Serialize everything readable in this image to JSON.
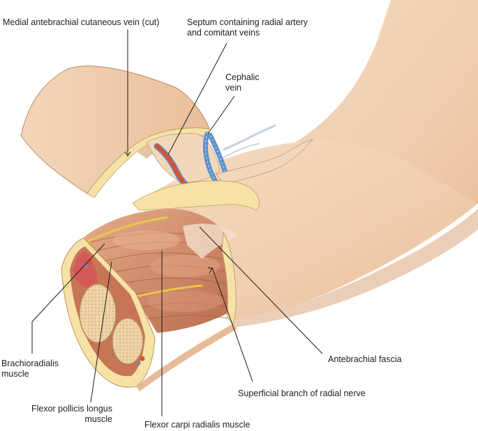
{
  "labels": {
    "medial_antebrachial": "Medial antebrachial cutaneous vein (cut)",
    "septum_line1": "Septum containing radial artery",
    "septum_line2": "and comitant veins",
    "cephalic_line1": "Cephalic",
    "cephalic_line2": "vein",
    "antebrachial_fascia": "Antebrachial fascia",
    "superficial_branch": "Superficial branch of radial nerve",
    "brachioradialis_line1": "Brachioradialis",
    "brachioradialis_line2": "muscle",
    "flexor_pollicis_line1": "Flexor pollicis longus",
    "flexor_pollicis_line2": "muscle",
    "flexor_carpi": "Flexor carpi radialis muscle"
  },
  "colors": {
    "skin": "#f1cfb0",
    "skin_shadow": "#d9a982",
    "fat": "#f6e2a6",
    "muscle": "#d99a78",
    "muscle_dark": "#b8684a",
    "artery": "#d9532e",
    "vein": "#5b8fc9",
    "bone": "#eed3a8"
  }
}
